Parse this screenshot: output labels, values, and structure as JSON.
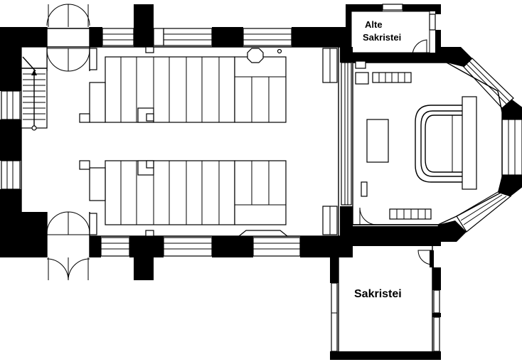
{
  "labels": {
    "old_sacristy_line1": "Alte",
    "old_sacristy_line2": "Sakristei",
    "sacristy": "Sakristei"
  }
}
